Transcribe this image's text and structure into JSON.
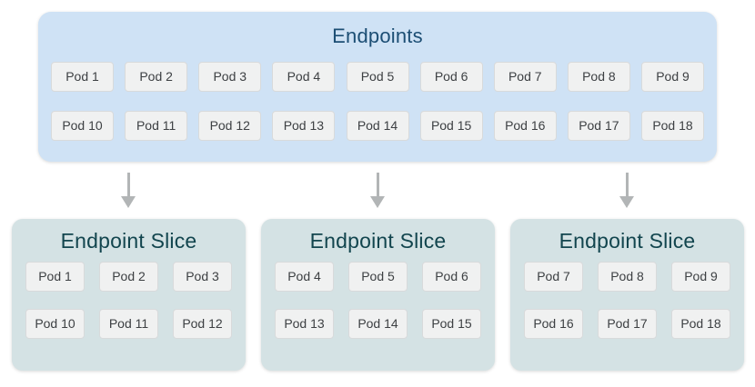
{
  "endpoints": {
    "title": "Endpoints",
    "pods": [
      "Pod 1",
      "Pod 2",
      "Pod 3",
      "Pod 4",
      "Pod 5",
      "Pod 6",
      "Pod 7",
      "Pod 8",
      "Pod 9",
      "Pod 10",
      "Pod 11",
      "Pod 12",
      "Pod 13",
      "Pod 14",
      "Pod 15",
      "Pod 16",
      "Pod 17",
      "Pod 18"
    ]
  },
  "slices": [
    {
      "title": "Endpoint Slice",
      "pods": [
        "Pod 1",
        "Pod 2",
        "Pod 3",
        "Pod 10",
        "Pod 11",
        "Pod 12"
      ]
    },
    {
      "title": "Endpoint Slice",
      "pods": [
        "Pod 4",
        "Pod 5",
        "Pod 6",
        "Pod 13",
        "Pod 14",
        "Pod 15"
      ]
    },
    {
      "title": "Endpoint Slice",
      "pods": [
        "Pod 7",
        "Pod 8",
        "Pod 9",
        "Pod 16",
        "Pod 17",
        "Pod 18"
      ]
    }
  ],
  "icons": {
    "arrow_down": "arrow-down-icon"
  },
  "colors": {
    "page-bg": "#ffffff",
    "endpoints-bg": "#cfe2f5",
    "endpoints-title": "#1c4e74",
    "slice-bg": "#d4e2e4",
    "slice-title": "#12454e",
    "pod-bg": "#f0f1f1",
    "pod-border": "#d8dadb",
    "pod-text": "#3d4043",
    "arrow": "#b2b5b6"
  }
}
